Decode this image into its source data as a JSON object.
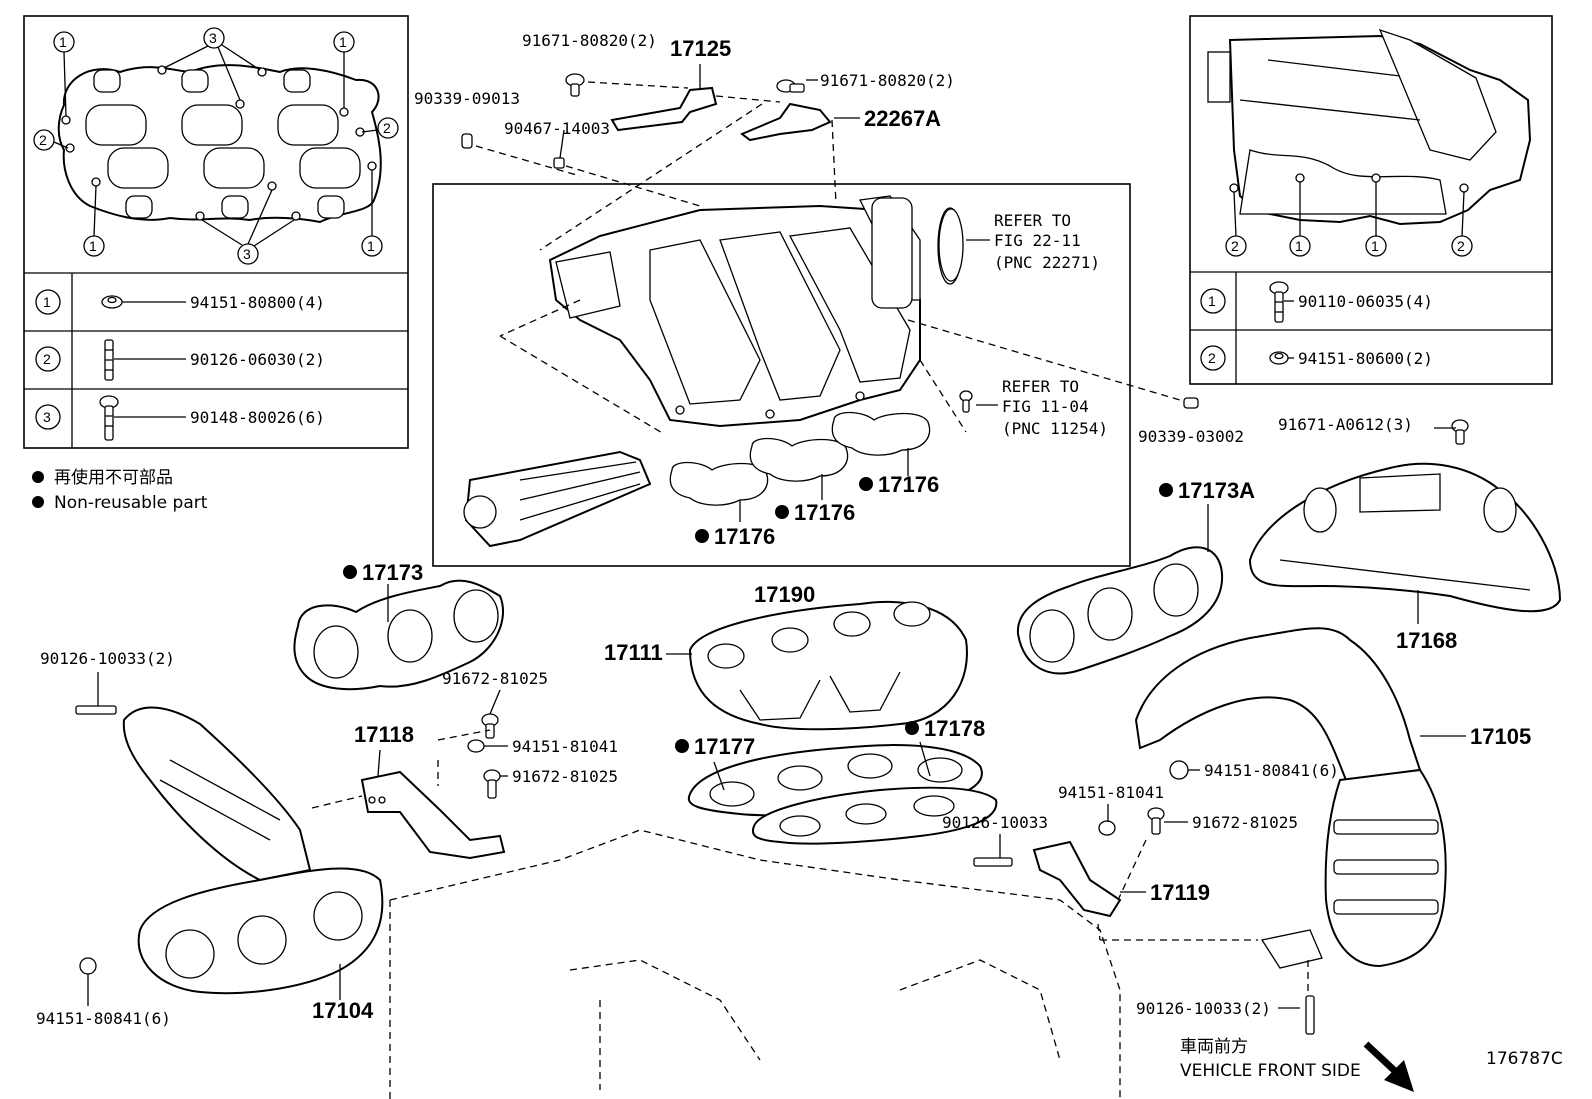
{
  "diagram_id": "176787C",
  "legend": {
    "jp": "再使用不可部品",
    "en": "Non-reusable part"
  },
  "vehicle_front": {
    "jp": "車両前方",
    "en": "VEHICLE FRONT SIDE"
  },
  "left_table": [
    {
      "num": "1",
      "code": "94151-80800(4)"
    },
    {
      "num": "2",
      "code": "90126-06030(2)"
    },
    {
      "num": "3",
      "code": "90148-80026(6)"
    }
  ],
  "right_table": [
    {
      "num": "1",
      "code": "90110-06035(4)"
    },
    {
      "num": "2",
      "code": "94151-80600(2)"
    }
  ],
  "labels": {
    "p91671_80820_a": "91671-80820(2)",
    "p17125": "17125",
    "p91671_80820_b": "91671-80820(2)",
    "p22267A": "22267A",
    "p90339_09013": "90339-09013",
    "p90467_14003": "90467-14003",
    "refer1_l1": "REFER TO",
    "refer1_l2": "FIG 22-11",
    "refer1_l3": "(PNC 22271)",
    "refer2_l1": "REFER TO",
    "refer2_l2": "FIG 11-04",
    "refer2_l3": "(PNC 11254)",
    "p90339_03002": "90339-03002",
    "p91671_A0612": "91671-A0612(3)",
    "p17176_a": "17176",
    "p17176_b": "17176",
    "p17176_c": "17176",
    "p17173A": "17173A",
    "p17173": "17173",
    "p17190": "17190",
    "p17168": "17168",
    "p17111": "17111",
    "p90126_10033_a": "90126-10033(2)",
    "p91672_81025_a": "91672-81025",
    "p17118": "17118",
    "p94151_81041_a": "94151-81041",
    "p91672_81025_b": "91672-81025",
    "p17177": "17177",
    "p17178": "17178",
    "p17105": "17105",
    "p94151_80841_a": "94151-80841(6)",
    "p94151_81041_b": "94151-81041",
    "p90126_10033_b": "90126-10033",
    "p91672_81025_c": "91672-81025",
    "p17119": "17119",
    "p17104": "17104",
    "p94151_80841_b": "94151-80841(6)",
    "p90126_10033_c": "90126-10033(2)"
  }
}
